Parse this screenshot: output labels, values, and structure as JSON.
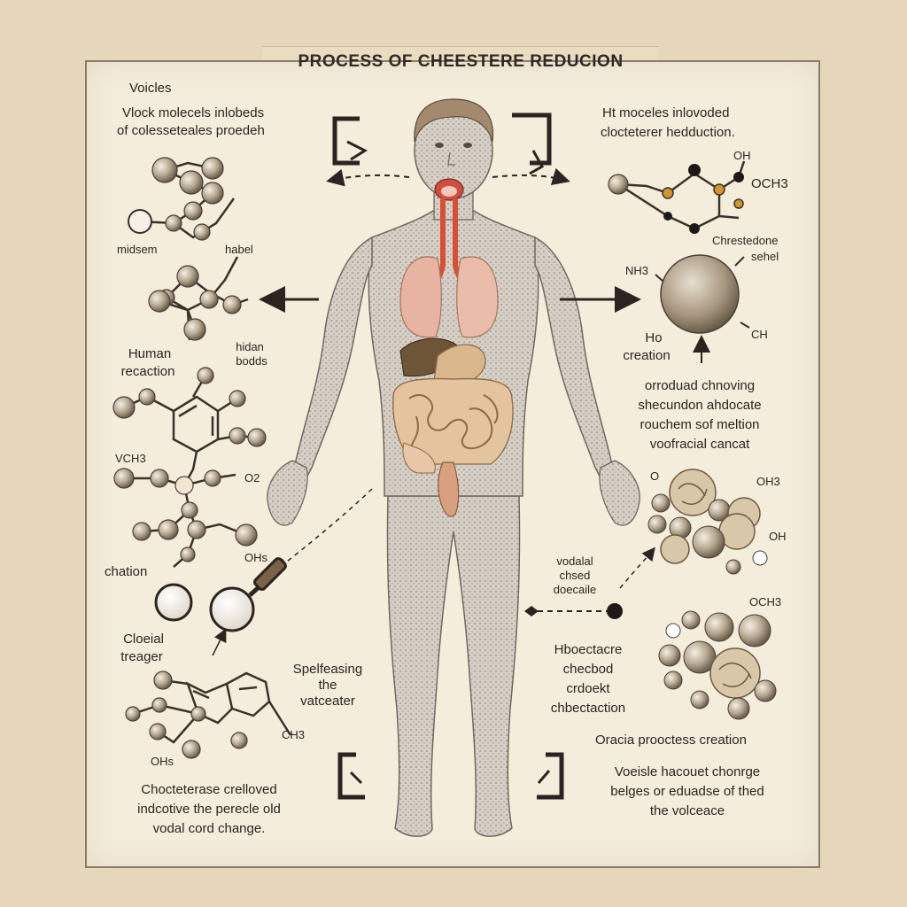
{
  "title": "PROCESS OF CHEESTERE REDUCION",
  "labels": {
    "voicles": "Voicles",
    "left_top_1": "Vlock molecels inlobeds",
    "left_top_2": "of colesseteales proedeh",
    "midsem": "midsem",
    "habel": "habel",
    "human_reaction_1": "Human",
    "human_reaction_2": "recaction",
    "hidan_bodds_1": "hidan",
    "hidan_bodds_2": "bodds",
    "vch3": "VCH3",
    "o2": "O2",
    "ohs": "OHs",
    "chation": "chation",
    "cloeial_treager_1": "Cloeial",
    "cloeial_treager_2": "treager",
    "ch3_bottom": "CH3",
    "ohs_bottom": "OHs",
    "speaking_1": "Spelfeasing",
    "speaking_2": "the",
    "speaking_3": "vatceater",
    "bottom_left_1": "Chocteterase crelloved",
    "bottom_left_2": "indcotive the perecle old",
    "bottom_left_3": "vodal cord change.",
    "right_top_1": "Ht moceles inlovoded",
    "right_top_2": "clocteterer hedduction.",
    "o_top": "OH",
    "och3": "OCH3",
    "chrestedone_1": "Chrestedone",
    "chrestedone_2": "sehel",
    "nh3": "NH3",
    "ch_right": "CH",
    "ho_1": "Ho",
    "ho_2": "creation",
    "right_mid_1": "orroduad chnoving",
    "right_mid_2": "shecundon ahdocate",
    "right_mid_3": "rouchem sof meltion",
    "right_mid_4": "voofracial cancat",
    "o_right": "O",
    "oh3_right": "OH3",
    "oh_right": "OH",
    "vodalal_1": "vodalal",
    "vodalal_2": "chsed",
    "vodalal_3": "doecaile",
    "och3_right2": "OCH3",
    "hboectacre_1": "Hboectacre",
    "hboectacre_2": "checbod",
    "hboectacre_3": "crdoekt",
    "hboectacre_4": "chbectaction",
    "oracia": "Oracia prooctess creation",
    "bottom_right_1": "Voeisle hacouet chonrge",
    "bottom_right_2": "belges or eduadse of thed",
    "bottom_right_3": "the volceace"
  },
  "colors": {
    "background": "#e6d6bc",
    "paper": "#f4eddc",
    "ink": "#2b2420",
    "molecule": "#b5a68e",
    "skin": "#cfc8bd",
    "lung": "#e7b4a2",
    "trachea": "#d94e35",
    "intestine": "#e3c49f"
  }
}
